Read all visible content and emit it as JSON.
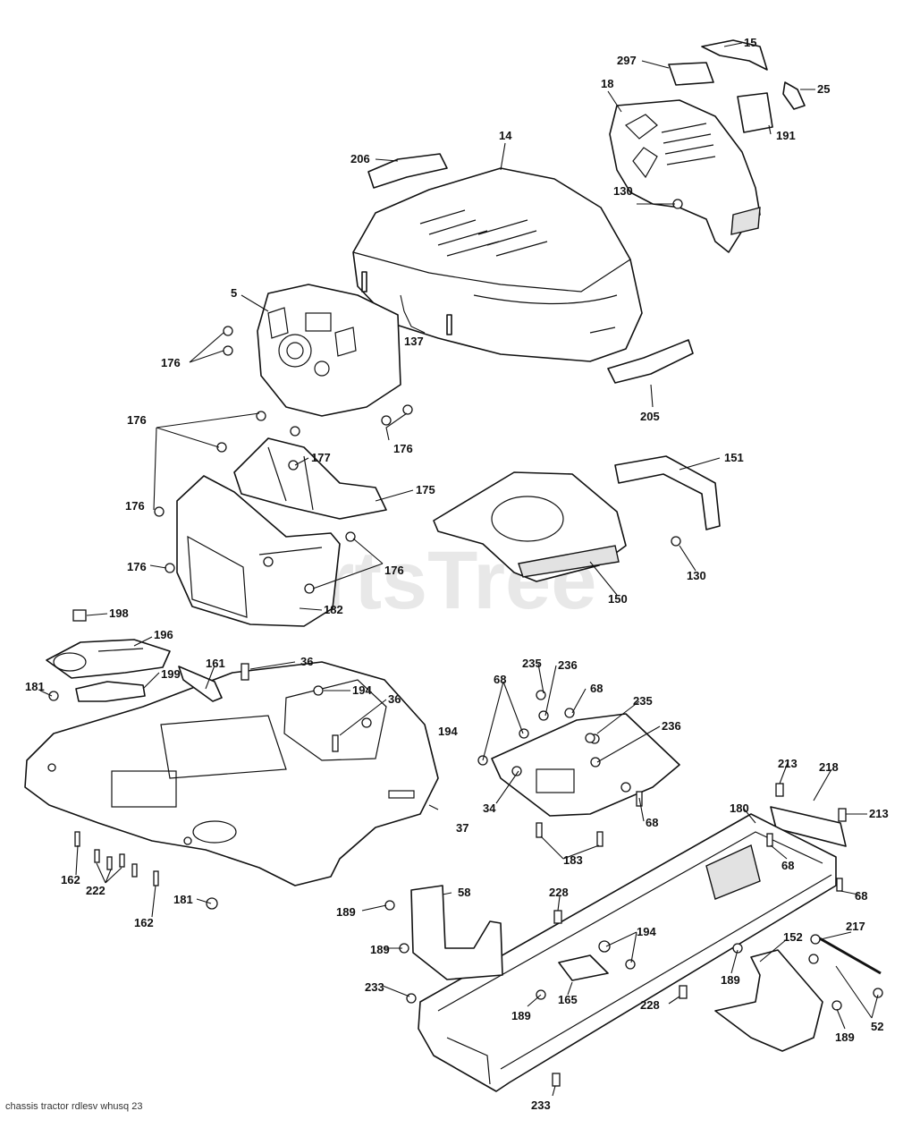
{
  "watermark": "PartsTree",
  "footer_code": "chassis tractor rdlesv whusq 23",
  "callouts": [
    "15",
    "297",
    "25",
    "18",
    "191",
    "14",
    "206",
    "130",
    "5",
    "137",
    "176",
    "176",
    "176",
    "205",
    "176",
    "177",
    "175",
    "151",
    "176",
    "176",
    "182",
    "150",
    "130",
    "198",
    "196",
    "36",
    "161",
    "181",
    "199",
    "194",
    "36",
    "194",
    "235",
    "236",
    "68",
    "235",
    "68",
    "236",
    "34",
    "68",
    "37",
    "213",
    "218",
    "180",
    "213",
    "162",
    "222",
    "183",
    "68",
    "162",
    "181",
    "68",
    "189",
    "58",
    "228",
    "194",
    "217",
    "152",
    "189",
    "233",
    "165",
    "189",
    "228",
    "189",
    "52",
    "189",
    "233"
  ]
}
